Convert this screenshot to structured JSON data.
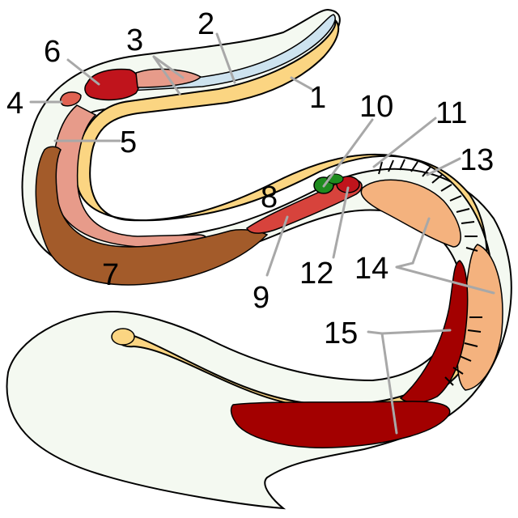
{
  "colors": {
    "body_outline": "#f4f9f1",
    "gut": "#fbd582",
    "trachea": "#cde3ef",
    "lung": "#6b3a1b",
    "liver": "#a35b2a",
    "organ_red": "#c0141c",
    "dark_red": "#a30000",
    "pink": "#e79b8a",
    "green": "#1f8b1f",
    "gonad": "#f4b27e"
  },
  "labels": [
    {
      "id": "1",
      "text": "1"
    },
    {
      "id": "2",
      "text": "2"
    },
    {
      "id": "3",
      "text": "3"
    },
    {
      "id": "4",
      "text": "4"
    },
    {
      "id": "5",
      "text": "5"
    },
    {
      "id": "6",
      "text": "6"
    },
    {
      "id": "7",
      "text": "7"
    },
    {
      "id": "8",
      "text": "8"
    },
    {
      "id": "9",
      "text": "9"
    },
    {
      "id": "10",
      "text": "10"
    },
    {
      "id": "11",
      "text": "11"
    },
    {
      "id": "12",
      "text": "12"
    },
    {
      "id": "13",
      "text": "13"
    },
    {
      "id": "14",
      "text": "14"
    },
    {
      "id": "15",
      "text": "15"
    }
  ]
}
